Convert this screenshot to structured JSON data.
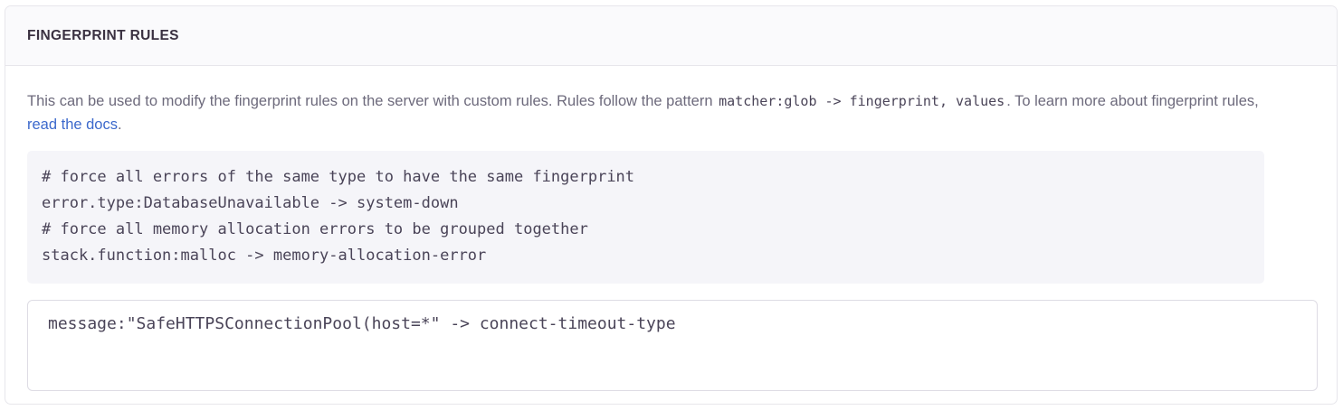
{
  "panel": {
    "title": "FINGERPRINT RULES"
  },
  "description": {
    "part1": "This can be used to modify the fingerprint rules on the server with custom rules. Rules follow the pattern ",
    "code": "matcher:glob -> fingerprint, values",
    "part2": ". To learn more about fingerprint rules, ",
    "link_text": "read the docs",
    "part3": "."
  },
  "example_code": "# force all errors of the same type to have the same fingerprint\nerror.type:DatabaseUnavailable -> system-down\n# force all memory allocation errors to be grouped together\nstack.function:malloc -> memory-allocation-error",
  "rules_input": {
    "value": "message:\"SafeHTTPSConnectionPool(host=*\" -> connect-timeout-type",
    "placeholder": ""
  },
  "colors": {
    "link": "#3c69cc",
    "text": "#6d6a7c",
    "code_text": "#4a4458",
    "code_bg": "#f5f5f9",
    "header_bg": "#fafafc",
    "border": "#e7e6eb"
  }
}
